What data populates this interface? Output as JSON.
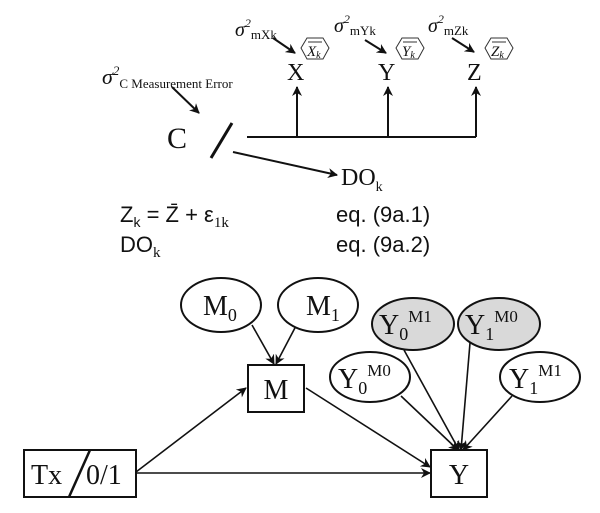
{
  "top_diagram": {
    "source_node": "C",
    "measurement_error": {
      "symbol": "σ",
      "power": "2",
      "subscript": "C Measurement Error"
    },
    "outcome_node": {
      "base": "DO",
      "sub": "k"
    },
    "indicators": [
      {
        "label": "X",
        "error_symbol": "σ",
        "error_power": "2",
        "error_sub": "mXk",
        "mean_base": "X",
        "mean_sub": "k"
      },
      {
        "label": "Y",
        "error_symbol": "σ",
        "error_power": "2",
        "error_sub": "mYk",
        "mean_base": "Y",
        "mean_sub": "k"
      },
      {
        "label": "Z",
        "error_symbol": "σ",
        "error_power": "2",
        "error_sub": "mZk",
        "mean_base": "Z",
        "mean_sub": "k"
      }
    ]
  },
  "equations": [
    {
      "lhs_base": "Z",
      "lhs_sub": "k",
      "rhs": " = Z̄ + ε",
      "rhs_sub": "1k",
      "ref": "eq. (9a.1)"
    },
    {
      "lhs_base": "DO",
      "lhs_sub": "k",
      "rhs": "",
      "rhs_sub": "",
      "ref": "eq. (9a.2)"
    }
  ],
  "mediation_diagram": {
    "treatment": {
      "left": "Tx",
      "right": "0/1"
    },
    "mediator": "M",
    "outcome": "Y",
    "mediator_potentials": [
      {
        "base": "M",
        "sub": "0"
      },
      {
        "base": "M",
        "sub": "1"
      }
    ],
    "outcome_potentials": [
      {
        "base": "Y",
        "sub": "0",
        "sup": "M1",
        "shaded": true
      },
      {
        "base": "Y",
        "sub": "1",
        "sup": "M0",
        "shaded": true
      },
      {
        "base": "Y",
        "sub": "0",
        "sup": "M0",
        "shaded": false
      },
      {
        "base": "Y",
        "sub": "1",
        "sup": "M1",
        "shaded": false
      }
    ],
    "colors": {
      "shaded_fill": "#d9d9d9",
      "stroke": "#111111"
    }
  }
}
